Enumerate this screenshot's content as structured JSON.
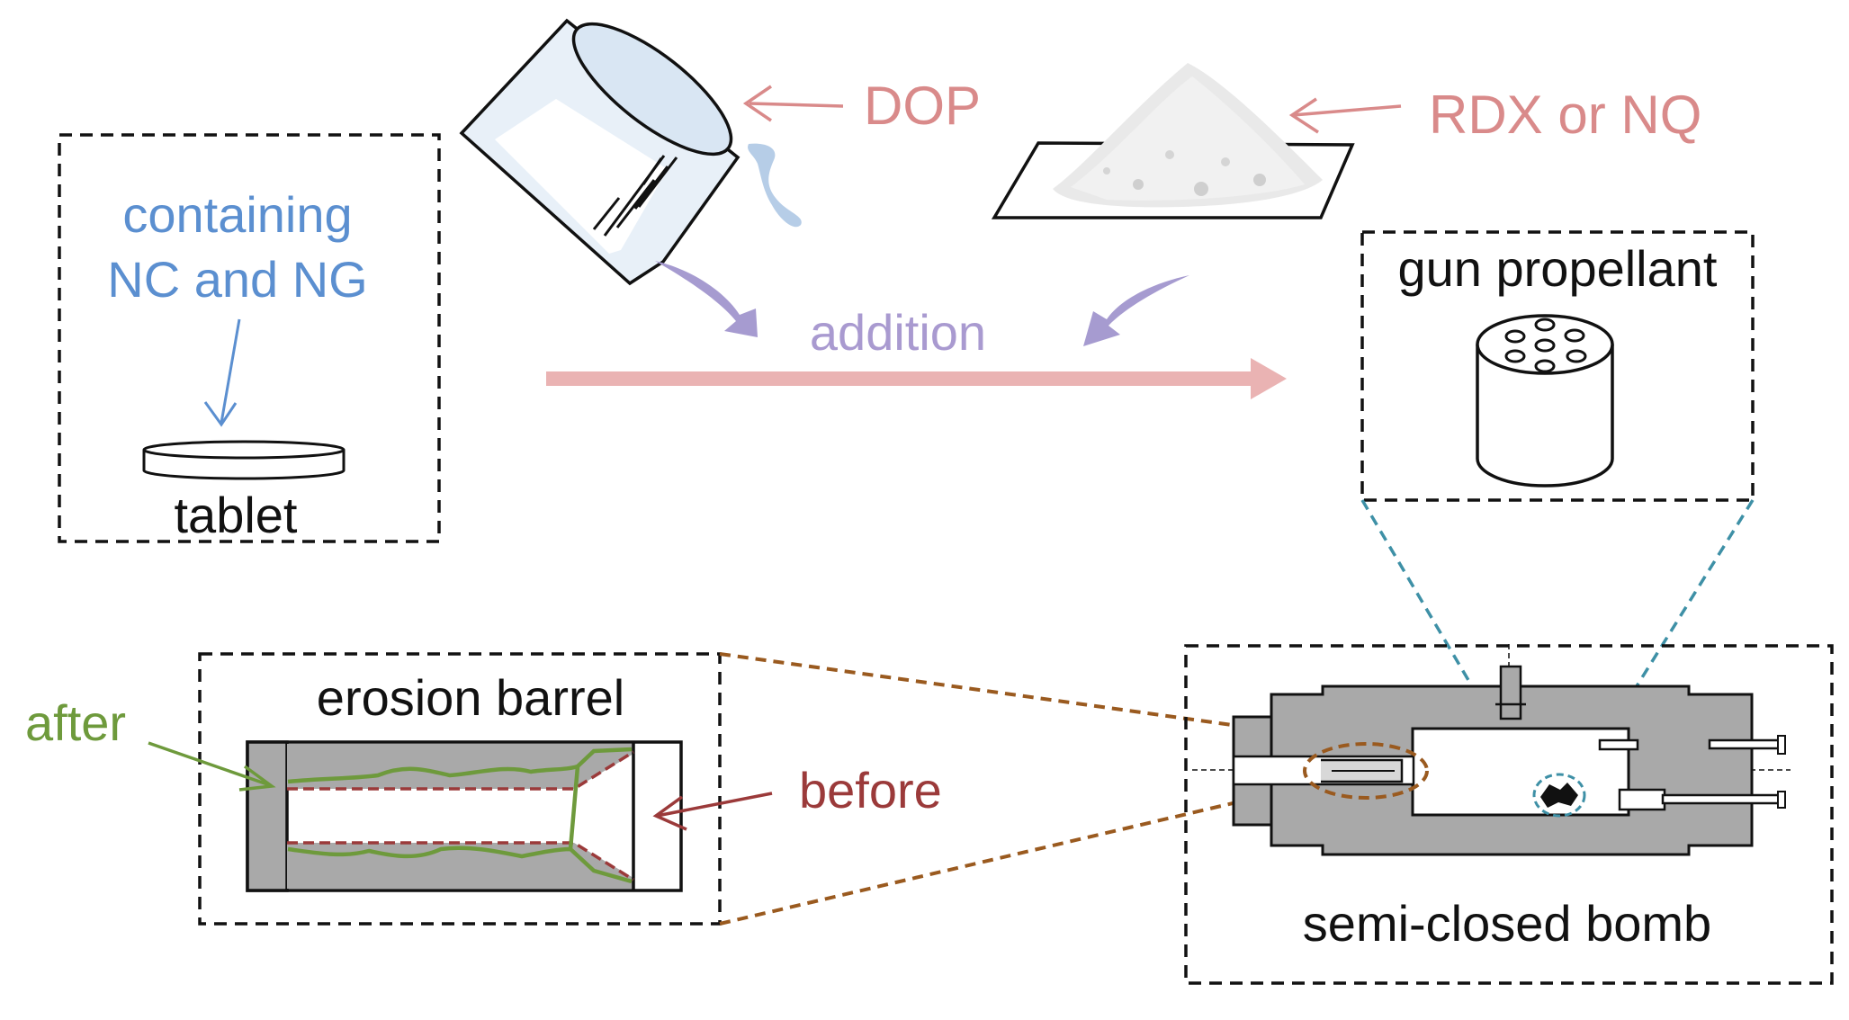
{
  "labels": {
    "containing_line1": "containing",
    "containing_line2": "NC and NG",
    "tablet": "tablet",
    "dop": "DOP",
    "rdx": "RDX or NQ",
    "addition": "addition",
    "gun_propellant": "gun propellant",
    "erosion_barrel": "erosion barrel",
    "after": "after",
    "before": "before",
    "semi_closed_bomb": "semi-closed bomb"
  },
  "colors": {
    "blue_text": "#5b8fd0",
    "pink_text": "#d98a8a",
    "purple_text": "#a99ad0",
    "arrow_pink": "#eab3b3",
    "arrow_purple": "#a69bd0",
    "green": "#6e9a3c",
    "dark_red": "#9b3a3a",
    "orange_dashed": "#9a5a1f",
    "teal_dashed": "#3e90a6",
    "gray_fill": "#a9a9a9",
    "beaker_fill": "#dde8f4"
  }
}
